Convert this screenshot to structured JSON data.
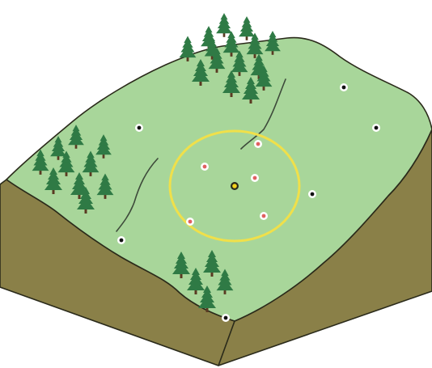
{
  "colors": {
    "background": "#ffffff",
    "grass": "#a8d69a",
    "soil_front": "#8a8048",
    "soil_right": "#8a8048",
    "outline": "#2a2a1a",
    "tree_foliage": "#2f7a45",
    "tree_trunk": "#5a3a22",
    "survey_ring": "#f0e04a",
    "center_marker": "#f2d21b",
    "inner_sample_marker": "#e06060",
    "outer_sample_marker": "#111111",
    "marker_border": "#ffffff",
    "contour_line": "#3d4a3a"
  },
  "icons": {
    "tree": "conifer-tree-icon",
    "center": "center-point-marker",
    "inner": "inner-sample-marker",
    "outer": "outer-sample-marker"
  },
  "markers": {
    "center_count": 1,
    "inner_count": 5,
    "outer_count": 6
  }
}
